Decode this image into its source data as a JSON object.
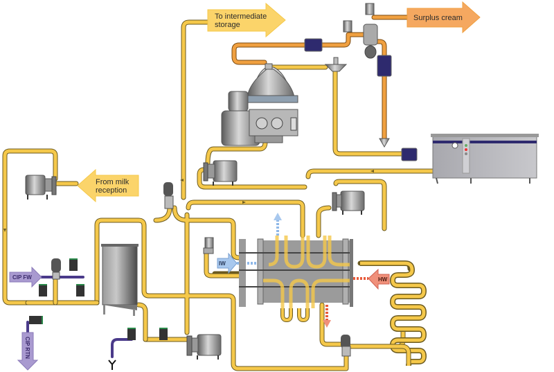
{
  "diagram": {
    "title": "Milk pasteurization and separation process with CIP",
    "flow_labels": {
      "to_intermediate_storage": [
        "To intermediate",
        "storage"
      ],
      "surplus_cream": "Surplus cream",
      "from_milk_reception": [
        "From milk",
        "reception"
      ],
      "cip_forward": "CIP FW",
      "cip_return": "CIP RTN",
      "ice_water": "IW",
      "hot_water": "HW"
    },
    "components": [
      {
        "id": "separator",
        "label": "Centrifugal separator"
      },
      {
        "id": "balance-tank",
        "label": "Balance tank"
      },
      {
        "id": "plate-heat-exchanger",
        "label": "Plate heat exchanger"
      },
      {
        "id": "holding-tube",
        "label": "Holding tube"
      },
      {
        "id": "standardization-unit",
        "label": "Standardization unit"
      },
      {
        "id": "feed-pump",
        "label": "Feed pump"
      },
      {
        "id": "reception-pump",
        "label": "Reception pump"
      },
      {
        "id": "booster-pump",
        "label": "Booster pump"
      },
      {
        "id": "circulation-pump",
        "label": "Circulation pump"
      },
      {
        "id": "flow-meters",
        "label": "Flow meters"
      },
      {
        "id": "divert-valve",
        "label": "Flow diversion valve"
      }
    ],
    "colors": {
      "milk_pipe": "#f5c84a",
      "cream_pipe": "#f0a040",
      "cip_pipe": "#5a4a9a",
      "ice_water": "#8fb8e8",
      "hot_water": "#e85a3a",
      "label_arrow_yellow": "#fbd46a",
      "label_arrow_orange": "#f5a860",
      "label_arrow_purple": "#a99ad0",
      "equipment_grey": "#8c8c8c",
      "flowmeter_blue": "#2e2a6e"
    }
  }
}
